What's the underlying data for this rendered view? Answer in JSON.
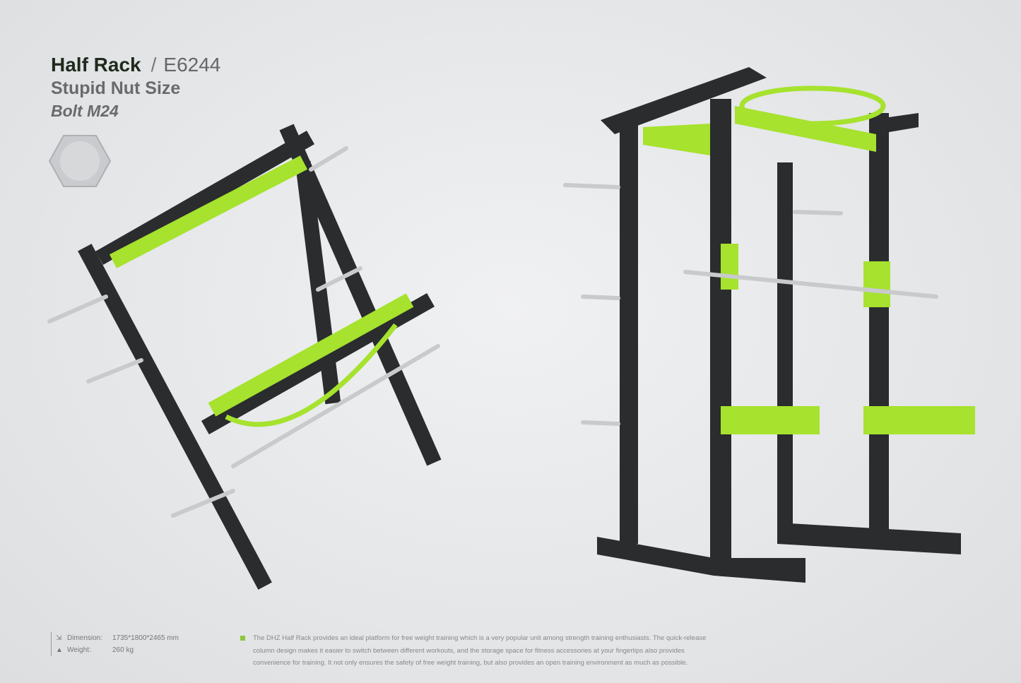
{
  "header": {
    "product_name": "Half Rack",
    "separator": "/",
    "model_code": "E6244",
    "subtitle": "Stupid Nut Size",
    "bolt": "Bolt M24"
  },
  "specs": [
    {
      "icon": "dimension-icon",
      "label": "Dimension:",
      "value": "1735*1800*2465 mm"
    },
    {
      "icon": "weight-icon",
      "label": "Weight:",
      "value": "260 kg"
    }
  ],
  "description": "The DHZ Half Rack provides an ideal platform for free weight training which is a very popular unit among strength training enthusiasts. The quick-release column design makes it easier to switch between different workouts, and the storage space for fitness accessories at your fingertips also provides convenience for training. It not only ensures the safety of free weight training, but also provides an open training environment as much as possible.",
  "colors": {
    "accent": "#a6e22e",
    "frame": "#2a2c2e",
    "chrome": "#c8cacc"
  }
}
